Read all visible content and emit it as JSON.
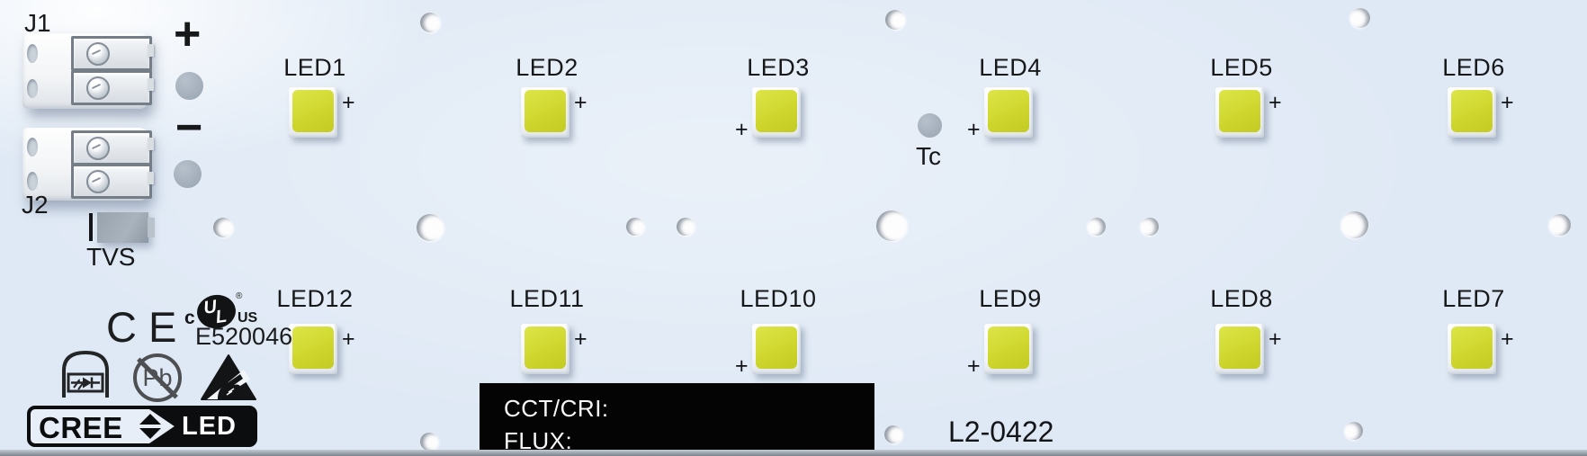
{
  "board": {
    "part_number": "L2-0422",
    "plus_sign": "+",
    "minus_sign": "−",
    "tvs_label": "TVS",
    "tc_label": "Tc",
    "spec_label": {
      "line1": "CCT/CRI:",
      "line2": "FLUX:"
    }
  },
  "connectors": [
    {
      "name": "J1",
      "polarity": "+"
    },
    {
      "name": "J2",
      "polarity": "−"
    }
  ],
  "leds": {
    "top_row": [
      {
        "label": "LED1",
        "plus": "tr"
      },
      {
        "label": "LED2",
        "plus": "tr"
      },
      {
        "label": "LED3",
        "plus": "bl"
      },
      {
        "label": "LED4",
        "plus": "bl"
      },
      {
        "label": "LED5",
        "plus": "tr"
      },
      {
        "label": "LED6",
        "plus": "tr"
      }
    ],
    "bottom_row": [
      {
        "label": "LED12",
        "plus": "tr"
      },
      {
        "label": "LED11",
        "plus": "tr"
      },
      {
        "label": "LED10",
        "plus": "bl"
      },
      {
        "label": "LED9",
        "plus": "bl"
      },
      {
        "label": "LED8",
        "plus": "tr"
      },
      {
        "label": "LED7",
        "plus": "tr"
      }
    ],
    "plus_mark": "+"
  },
  "certifications": {
    "ce": "CE",
    "ul": {
      "c": "c",
      "u": "U",
      "l": "L",
      "us": "US",
      "reg": "®",
      "file_number": "E520046"
    },
    "pb": "Pb"
  },
  "logo": {
    "brand": "CREE",
    "product": "LED",
    "reg": "®"
  },
  "colors": {
    "board": "#dfe9f5",
    "led_die": "#cfd72e",
    "silkscreen": "#17181a",
    "spec_label_bg": "#040404",
    "pad_gray": "#a2adb9"
  }
}
